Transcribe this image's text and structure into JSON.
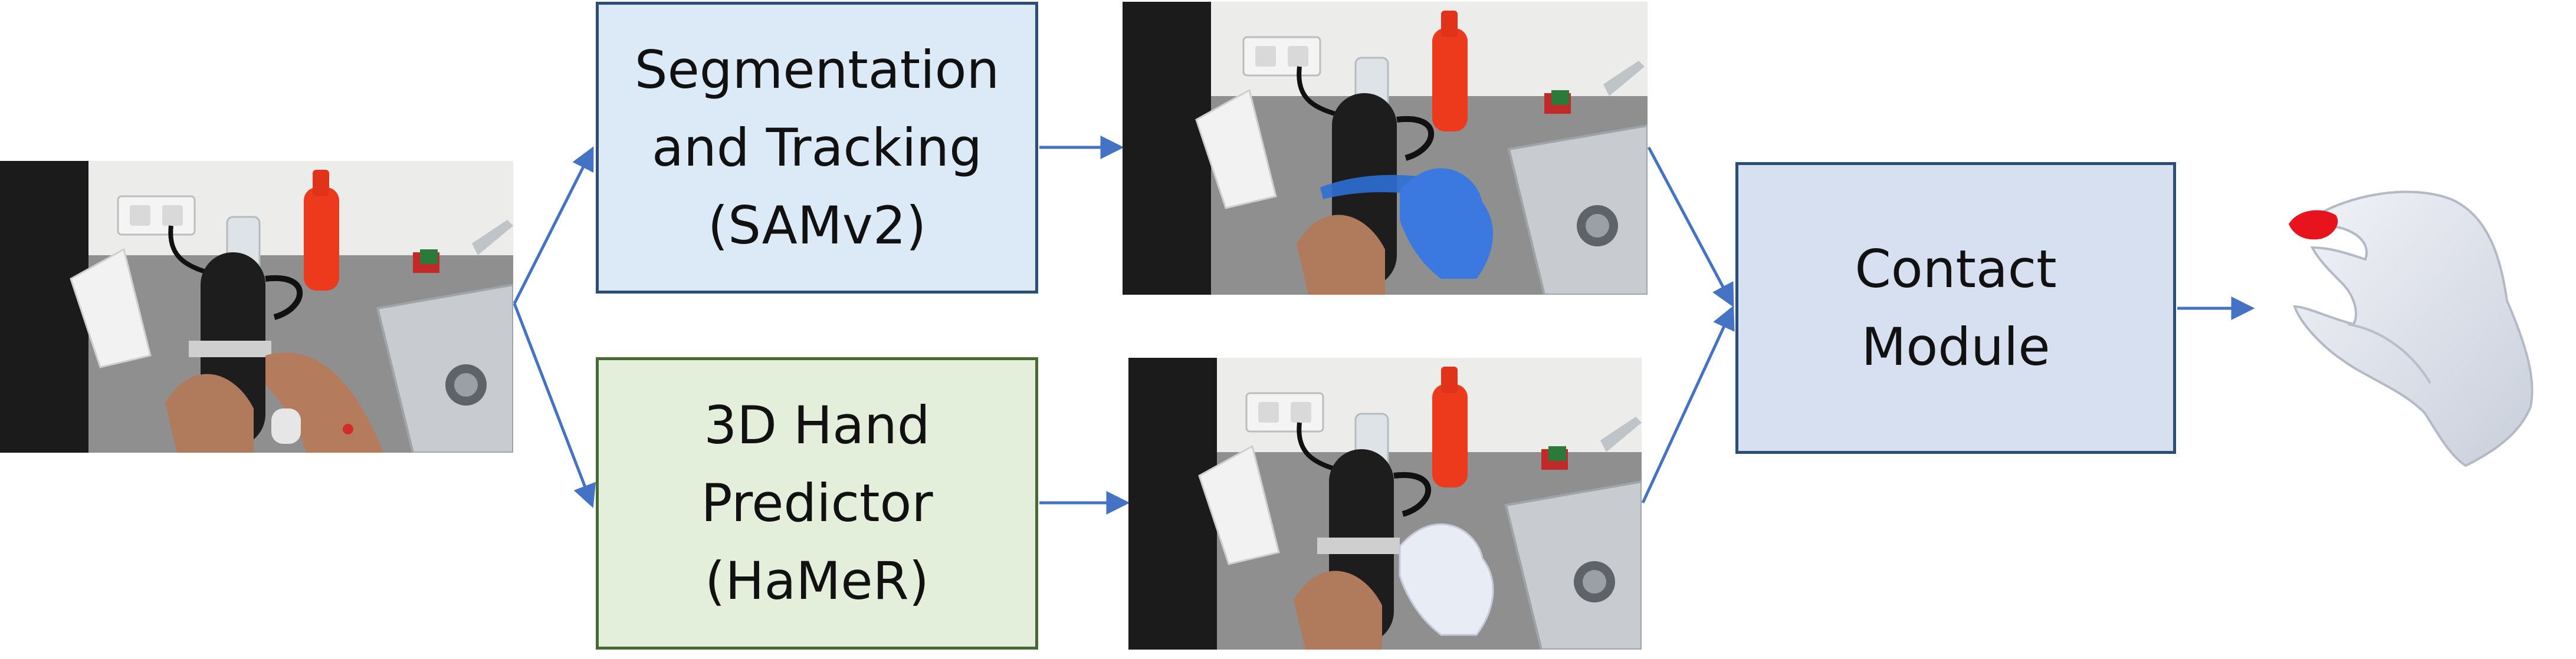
{
  "nodes": {
    "segmentation": {
      "lines": [
        "Segmentation",
        "and Tracking",
        "(SAMv2)"
      ]
    },
    "hand_predictor": {
      "lines": [
        "3D Hand",
        "Predictor",
        "(HaMeR)"
      ]
    },
    "contact": {
      "lines": [
        "Contact",
        "Module"
      ]
    }
  },
  "images": {
    "input": "egocentric-frame-coffee-machine",
    "segmentation_output": "frame-with-blue-mask-overlay",
    "hand_output": "frame-with-white-3d-hand-overlay",
    "final_output": "3d-hand-with-red-contact-region"
  },
  "colors": {
    "arrow": "#4472c4",
    "seg_fill": "#dce9f6",
    "hand_fill": "#e3efda",
    "contact_fill": "#d6e0f1",
    "mask_blue": "#2f6fd6",
    "hand_white": "#e8ecf4",
    "contact_red": "#e8141d"
  }
}
